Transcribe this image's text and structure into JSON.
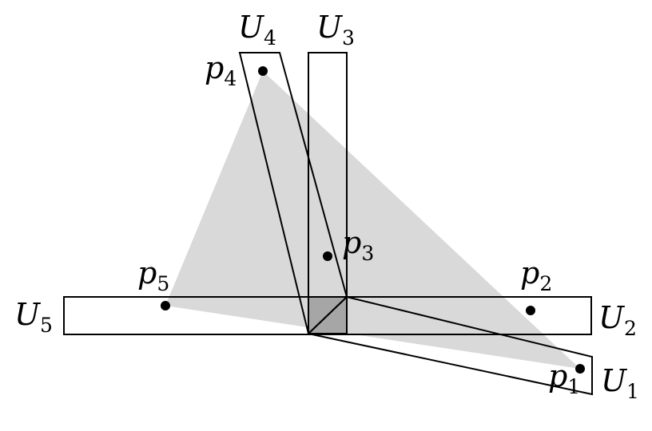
{
  "sets": [
    {
      "letter": "U",
      "index": "1"
    },
    {
      "letter": "U",
      "index": "2"
    },
    {
      "letter": "U",
      "index": "3"
    },
    {
      "letter": "U",
      "index": "4"
    },
    {
      "letter": "U",
      "index": "5"
    }
  ],
  "points": [
    {
      "letter": "p",
      "index": "1"
    },
    {
      "letter": "p",
      "index": "2"
    },
    {
      "letter": "p",
      "index": "3"
    },
    {
      "letter": "p",
      "index": "4"
    },
    {
      "letter": "p",
      "index": "5"
    }
  ],
  "colors": {
    "hull_fill": "#d9d9d9",
    "intersection_fill": "#a6a6a6",
    "stroke": "#000000",
    "point": "#000000"
  }
}
